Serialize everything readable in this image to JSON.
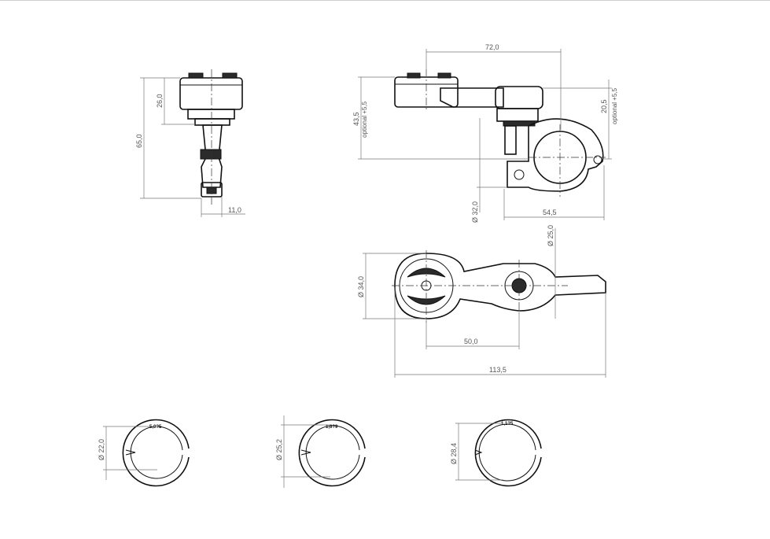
{
  "dimensions": {
    "side_height": "65,0",
    "side_head": "26,0",
    "side_width": "11,0",
    "top_length": "72,0",
    "top_height": "43,5",
    "top_height_note": "optional +5,5",
    "top_right_height": "20,5",
    "top_right_note": "optional +5,5",
    "clamp_diameter": "Ø 32,0",
    "clamp_width": "54,5",
    "plan_width": "Ø 34,0",
    "plan_bolt": "Ø 25,0",
    "plan_spacing": "50,0",
    "plan_total": "113,5"
  },
  "shims": [
    {
      "diameter": "Ø 22,0",
      "label": "5,0?5"
    },
    {
      "diameter": "Ø 25,2",
      "label": "1,6?9"
    },
    {
      "diameter": "Ø 28,4",
      "label": "1,1?5"
    }
  ],
  "colors": {
    "line": "#111111",
    "dimension": "#777777",
    "text": "#555555"
  }
}
